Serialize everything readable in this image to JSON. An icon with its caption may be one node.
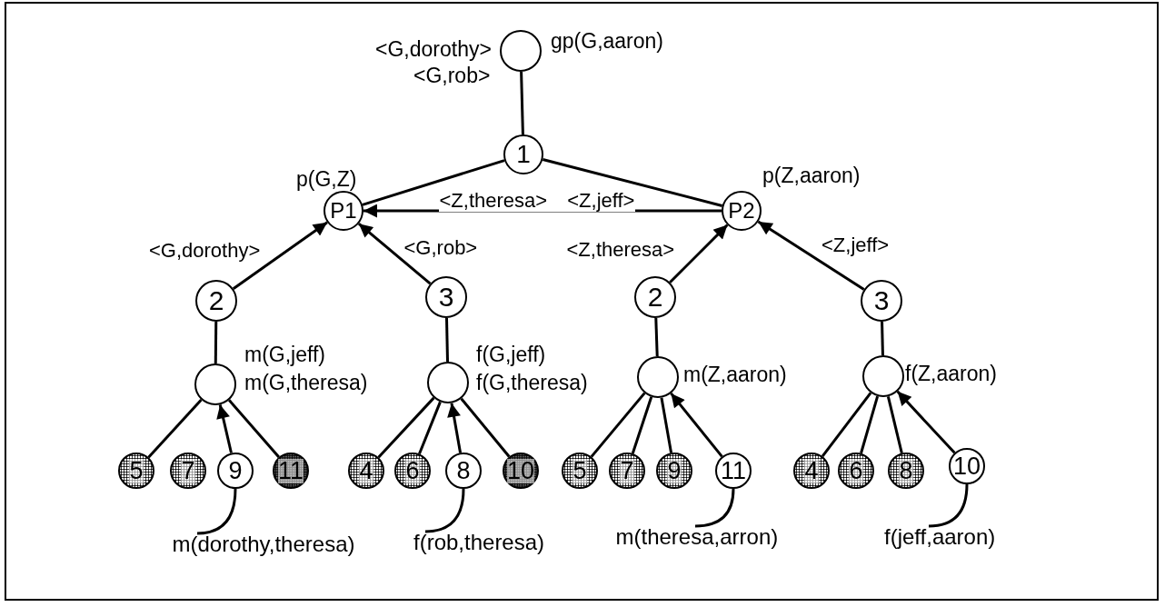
{
  "diagram": {
    "nodes": [
      {
        "text": [],
        "shape": "circle",
        "beside": [
          "<G,dorothy>",
          "<G,rob>",
          "gp(G,aaron)"
        ]
      },
      {
        "text": [
          "1"
        ]
      },
      {
        "text": [
          "P1"
        ],
        "beside": [
          "p(G,Z)"
        ]
      },
      {
        "text": [
          "P2"
        ],
        "beside": [
          "p(Z,aaron)"
        ]
      },
      {
        "text": [
          "2"
        ]
      },
      {
        "text": [
          "3"
        ]
      },
      {
        "text": [
          "2"
        ]
      },
      {
        "text": [
          "3"
        ]
      },
      {
        "text": [],
        "shape": "circle",
        "beside": [
          "m(G,jeff)",
          "m(G,theresa)"
        ]
      },
      {
        "text": [],
        "shape": "circle",
        "beside": [
          "f(G,jeff)",
          "f(G,theresa)"
        ]
      },
      {
        "text": [],
        "shape": "circle",
        "beside": [
          "m(Z,aaron)"
        ]
      },
      {
        "text": [],
        "shape": "circle",
        "beside": [
          "f(Z,aaron)"
        ]
      },
      {
        "text": [
          "5"
        ]
      },
      {
        "text": [
          "7"
        ]
      },
      {
        "text": [
          "9"
        ]
      },
      {
        "text": [
          "11"
        ]
      },
      {
        "text": [
          "4"
        ]
      },
      {
        "text": [
          "6"
        ]
      },
      {
        "text": [
          "8"
        ]
      },
      {
        "text": [
          "10"
        ]
      },
      {
        "text": [
          "5"
        ]
      },
      {
        "text": [
          "7"
        ]
      },
      {
        "text": [
          "9"
        ]
      },
      {
        "text": [
          "11"
        ]
      },
      {
        "text": [
          "4"
        ]
      },
      {
        "text": [
          "6"
        ]
      },
      {
        "text": [
          "8"
        ]
      },
      {
        "text": [
          "10"
        ]
      },
      {
        "text": [
          "m(dorothy,theresa)"
        ]
      },
      {
        "text": [
          "f(rob,theresa)"
        ]
      },
      {
        "text": [
          "m(theresa,arron)"
        ]
      },
      {
        "text": [
          "f(jeff,aaron)"
        ]
      }
    ],
    "edges": [
      {
        "from": 0,
        "to": 1,
        "arrow": "none"
      },
      {
        "from": 1,
        "to": 2,
        "arrow": "none"
      },
      {
        "from": 1,
        "to": 3,
        "arrow": "none"
      },
      {
        "from": 3,
        "to": 2,
        "arrow": "to",
        "label": "<Z,theresa> <Z,jeff>"
      },
      {
        "from": 4,
        "to": 2,
        "arrow": "to",
        "label": "<G,dorothy>"
      },
      {
        "from": 5,
        "to": 2,
        "arrow": "to",
        "label": "<G,rob>"
      },
      {
        "from": 6,
        "to": 3,
        "arrow": "to",
        "label": "<Z,theresa>"
      },
      {
        "from": 7,
        "to": 3,
        "arrow": "to",
        "label": "<Z,jeff>"
      },
      {
        "from": 4,
        "to": 8,
        "arrow": "none"
      },
      {
        "from": 5,
        "to": 9,
        "arrow": "none"
      },
      {
        "from": 6,
        "to": 10,
        "arrow": "none"
      },
      {
        "from": 7,
        "to": 11,
        "arrow": "none"
      },
      {
        "from": 8,
        "to": 12,
        "arrow": "none"
      },
      {
        "from": 8,
        "to": 15,
        "arrow": "none"
      },
      {
        "from": 14,
        "to": 8,
        "arrow": "to"
      },
      {
        "from": 9,
        "to": 16,
        "arrow": "none"
      },
      {
        "from": 9,
        "to": 17,
        "arrow": "none"
      },
      {
        "from": 9,
        "to": 19,
        "arrow": "none"
      },
      {
        "from": 18,
        "to": 9,
        "arrow": "to"
      },
      {
        "from": 10,
        "to": 20,
        "arrow": "none"
      },
      {
        "from": 10,
        "to": 21,
        "arrow": "none"
      },
      {
        "from": 10,
        "to": 22,
        "arrow": "none"
      },
      {
        "from": 23,
        "to": 10,
        "arrow": "to"
      },
      {
        "from": 11,
        "to": 24,
        "arrow": "none"
      },
      {
        "from": 11,
        "to": 25,
        "arrow": "none"
      },
      {
        "from": 11,
        "to": 26,
        "arrow": "none"
      },
      {
        "from": 27,
        "to": 11,
        "arrow": "to"
      },
      {
        "from": 28,
        "to": 14,
        "arrow": "none"
      },
      {
        "from": 29,
        "to": 18,
        "arrow": "none"
      },
      {
        "from": 30,
        "to": 23,
        "arrow": "none"
      },
      {
        "from": 31,
        "to": 27,
        "arrow": "none"
      }
    ]
  }
}
